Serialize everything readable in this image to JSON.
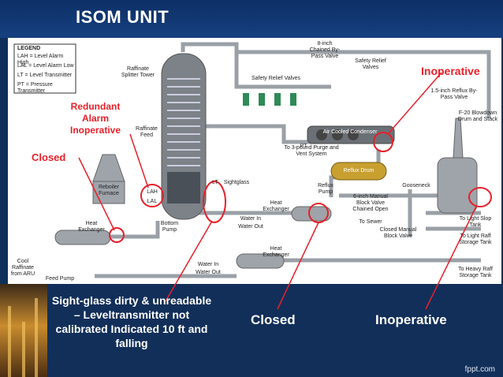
{
  "slide": {
    "title": "ISOM UNIT",
    "footer": "fppt.com"
  },
  "legend": {
    "heading": "LEGEND",
    "items": [
      {
        "tag": "LAH",
        "text": "= Level Alarm High"
      },
      {
        "tag": "LAL",
        "text": "= Level Alarm Low"
      },
      {
        "tag": "LT",
        "text": "= Level Transmitter"
      },
      {
        "tag": "PT",
        "text": "= Pressure Transmitter"
      }
    ]
  },
  "labels": {
    "raffinate_tower": "Raffinate Splitter Tower",
    "raffinate_feed": "Raffinate Feed",
    "reboiler_furnace": "Reboiler Furnace",
    "sightglass": "Sightglass",
    "safety_relief_valves": "Safety Relief Valves",
    "chained_bypass": "8-inch Chained By-Pass Valve",
    "safety_relief_valves_2": "Safety Relief Valves",
    "reflux_bypass": "1.5-inch Reflux By-Pass Valve",
    "blowdown": "F-20 Blowdown Drum and Stack",
    "air_cooled": "Air Cooled Condenser",
    "purge": "To 3-pound Purge and Vent System",
    "reflux_drum": "Reflux Drum",
    "reflux_pump": "Reflux Pump",
    "manual_block": "6-inch Manual Block Valve Chained Open",
    "gooseneck": "Gooseneck",
    "heat_exchanger": "Heat Exchanger",
    "water_in": "Water In",
    "water_out": "Water Out",
    "to_sewer": "To Sewer",
    "closed_manual": "Closed Manual Block Valve",
    "to_light_slop": "To Light Slop Tank",
    "to_light_raff": "To Light Raff Storage Tank",
    "heat_exchanger_left": "Heat Exchanger",
    "bottom_pump": "Bottom Pump",
    "heat_exchanger_2": "Heat Exchanger",
    "water_in_2": "Water In",
    "water_out_2": "Water Out",
    "to_heavy_raff": "To Heavy Raff Storage Tank",
    "cool_raffinate": "Cool Raffinate from ARU",
    "feed_pump": "Feed Pump",
    "pt": "PT",
    "lah": "LAH",
    "lal": "LAL",
    "lt": "LT"
  },
  "annotations": {
    "inoperative_top": "Inoperative",
    "redundant_alarm": "Redundant Alarm Inoperative",
    "closed_left": "Closed",
    "sightglass_note": "Sight-glass dirty & unreadable – Leveltransmitter not calibrated Indicated 10 ft and falling",
    "closed_bottom": "Closed",
    "inoperative_bottom": "Inoperative"
  },
  "colors": {
    "annotation_red": "#e8202a",
    "slide_blue": "#122f5a",
    "pipe_gray": "#9aa0a6"
  }
}
